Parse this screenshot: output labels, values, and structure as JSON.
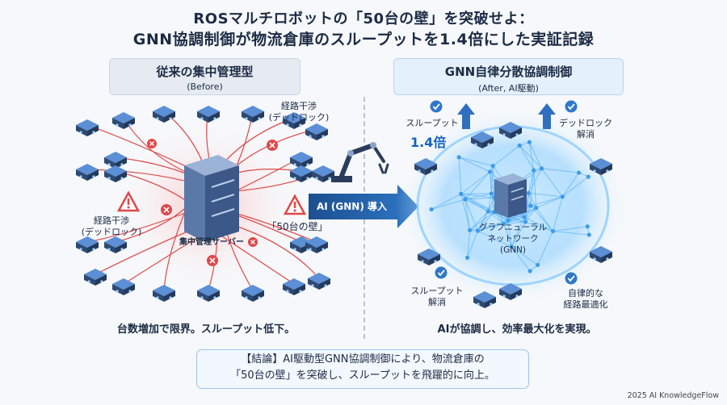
{
  "title": {
    "line1": "ROSマルチロボットの「50台の壁」を突破せよ：",
    "line2": "GNN協調制御が物流倉庫のスループットを1.4倍にした実証記録"
  },
  "before": {
    "heading": "従来の集中管理型",
    "subheading": "(Before)",
    "server_label": "集中管理サーバー",
    "interference_top": "経路干渉\n(デッドロック)",
    "interference_left": "経路干渉\n(デッドロック)",
    "wall_label": "「50台の壁」",
    "caption": "台数増加で限界。スループット低下。"
  },
  "transition": {
    "label": "AI (GNN) 導入"
  },
  "after": {
    "heading": "GNN自律分散協調制御",
    "subheading": "(After, AI駆動)",
    "throughput_label": "スループット",
    "throughput_value": "1.4倍",
    "deadlock_label": "デッドロック\n解消",
    "gnn_label": "グラフニューラル\nネットワーク\n(GNN)",
    "bottleneck_label": "スループット\n解消",
    "route_label": "自律的な\n経路最適化",
    "caption": "AIが協調し、効率最大化を実現。"
  },
  "conclusion": {
    "line1": "【結論】AI駆動型GNN協調制御により、物流倉庫の",
    "line2": "「50台の壁」を突破し、スループットを飛躍的に向上。"
  },
  "credit": "2025 AI KnowledgeFlow",
  "colors": {
    "robot_top": "#5b8fd6",
    "robot_body": "#2e4a73",
    "red_arrow": "#e04848",
    "blue_glow": "#7ec8ff",
    "accent_blue": "#1565c0"
  }
}
